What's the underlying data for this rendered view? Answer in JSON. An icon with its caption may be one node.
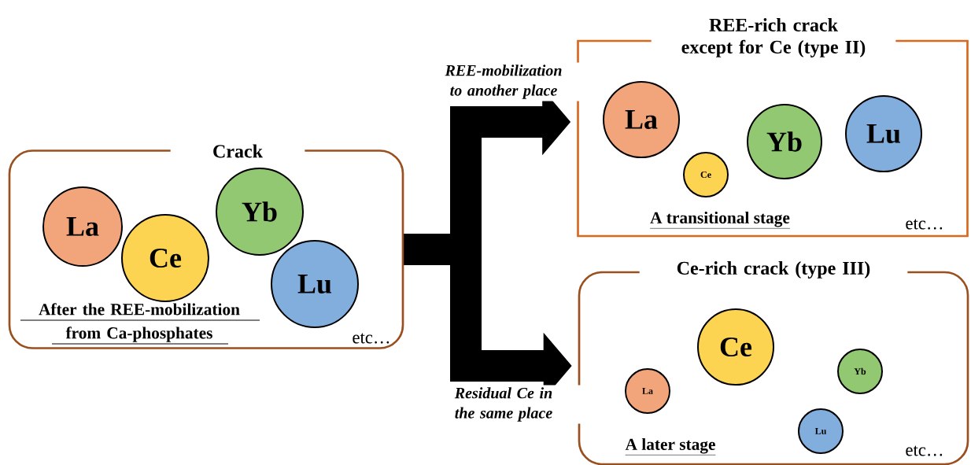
{
  "diagram": {
    "nodes": [
      {
        "text": [
          "Crack",
          "After the REE-mobilization from Ca-phosphates",
          "etc…"
        ]
      },
      {
        "text": [
          "La"
        ],
        "in": 0
      },
      {
        "text": [
          "Ce"
        ],
        "in": 0
      },
      {
        "text": [
          "Yb"
        ],
        "in": 0
      },
      {
        "text": [
          "Lu"
        ],
        "in": 0
      },
      {
        "text": [
          "REE-rich crack except for Ce (type II)",
          "A transitional stage",
          "etc…"
        ]
      },
      {
        "text": [
          "La"
        ],
        "in": 5
      },
      {
        "text": [
          "Ce"
        ],
        "in": 5
      },
      {
        "text": [
          "Yb"
        ],
        "in": 5
      },
      {
        "text": [
          "Lu"
        ],
        "in": 5
      },
      {
        "text": [
          "Ce-rich crack (type III)",
          "A later stage",
          "etc…"
        ]
      },
      {
        "text": [
          "La"
        ],
        "in": 10
      },
      {
        "text": [
          "Ce"
        ],
        "in": 10
      },
      {
        "text": [
          "Yb"
        ],
        "in": 10
      },
      {
        "text": [
          "Lu"
        ],
        "in": 10
      }
    ],
    "edges": [
      {
        "from": 0,
        "to": 5,
        "arrow": "to",
        "label": "REE-mobilization to another place"
      },
      {
        "from": 0,
        "to": 10,
        "arrow": "to",
        "label": "Residual Ce in the same place"
      }
    ]
  }
}
